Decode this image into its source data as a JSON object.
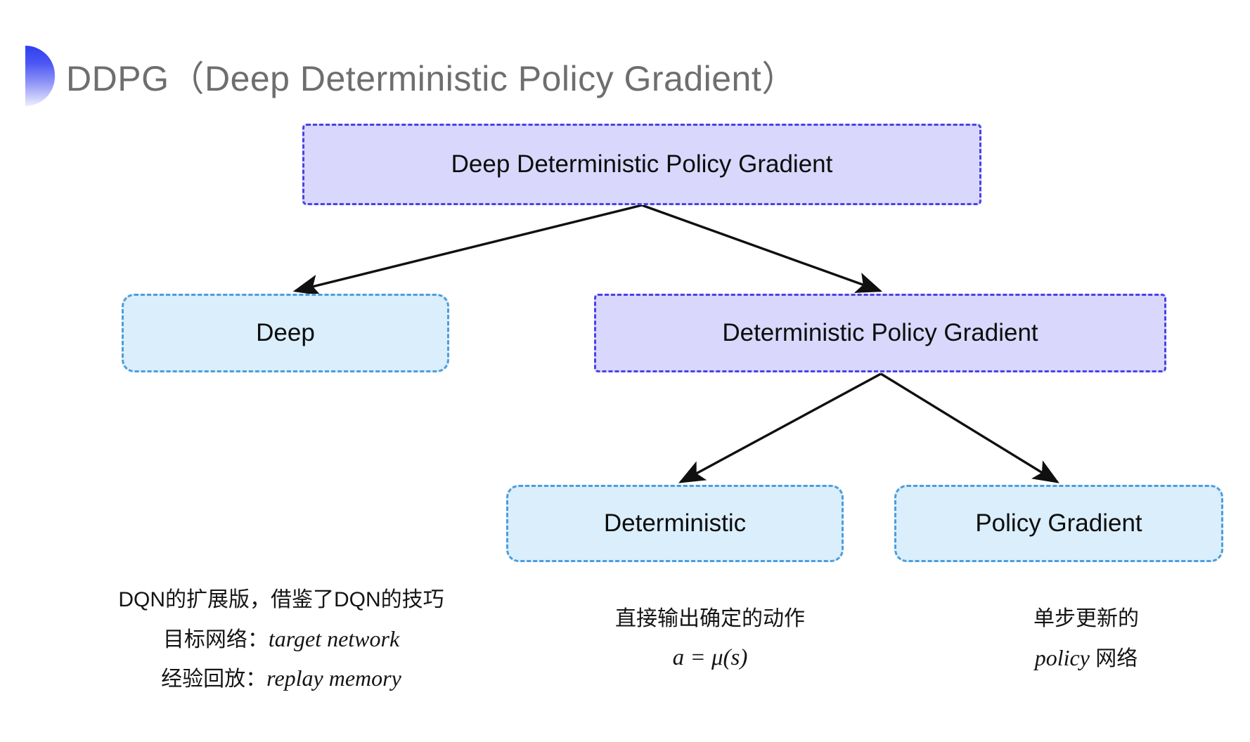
{
  "slide": {
    "title": "DDPG（Deep Deterministic Policy Gradient）",
    "title_color": "#6e6e6e",
    "background": "#ffffff"
  },
  "diagram": {
    "type": "tree",
    "nodes": [
      {
        "id": "root",
        "label": "Deep Deterministic Policy Gradient",
        "style": "purple",
        "fill": "#d9d8fc",
        "border": "#4a41e8",
        "level": 0
      },
      {
        "id": "deep",
        "label": "Deep",
        "style": "cyan",
        "fill": "#daeefb",
        "border": "#4b9ddb",
        "level": 1
      },
      {
        "id": "dpg",
        "label": "Deterministic Policy Gradient",
        "style": "purple",
        "fill": "#d9d8fc",
        "border": "#4a41e8",
        "level": 1
      },
      {
        "id": "deterministic",
        "label": "Deterministic",
        "style": "cyan",
        "fill": "#daeefb",
        "border": "#4b9ddb",
        "level": 2
      },
      {
        "id": "policy-gradient",
        "label": "Policy Gradient",
        "style": "cyan",
        "fill": "#daeefb",
        "border": "#4b9ddb",
        "level": 2
      }
    ],
    "edges": [
      {
        "from": "root",
        "to": "deep"
      },
      {
        "from": "root",
        "to": "dpg"
      },
      {
        "from": "dpg",
        "to": "deterministic"
      },
      {
        "from": "dpg",
        "to": "policy-gradient"
      }
    ],
    "edge_color": "#101010"
  },
  "annotations": {
    "deep": {
      "lines": [
        "DQN的扩展版，借鉴了DQN的技巧",
        "目标网络：",
        "经验回放："
      ],
      "italic_terms": [
        "target network",
        "replay memory"
      ]
    },
    "deterministic": {
      "lines": [
        "直接输出确定的动作"
      ],
      "formula": "a = μ(s)"
    },
    "policy_gradient": {
      "lines": [
        "单步更新的",
        "网络"
      ],
      "italic_terms": [
        "policy"
      ]
    }
  }
}
